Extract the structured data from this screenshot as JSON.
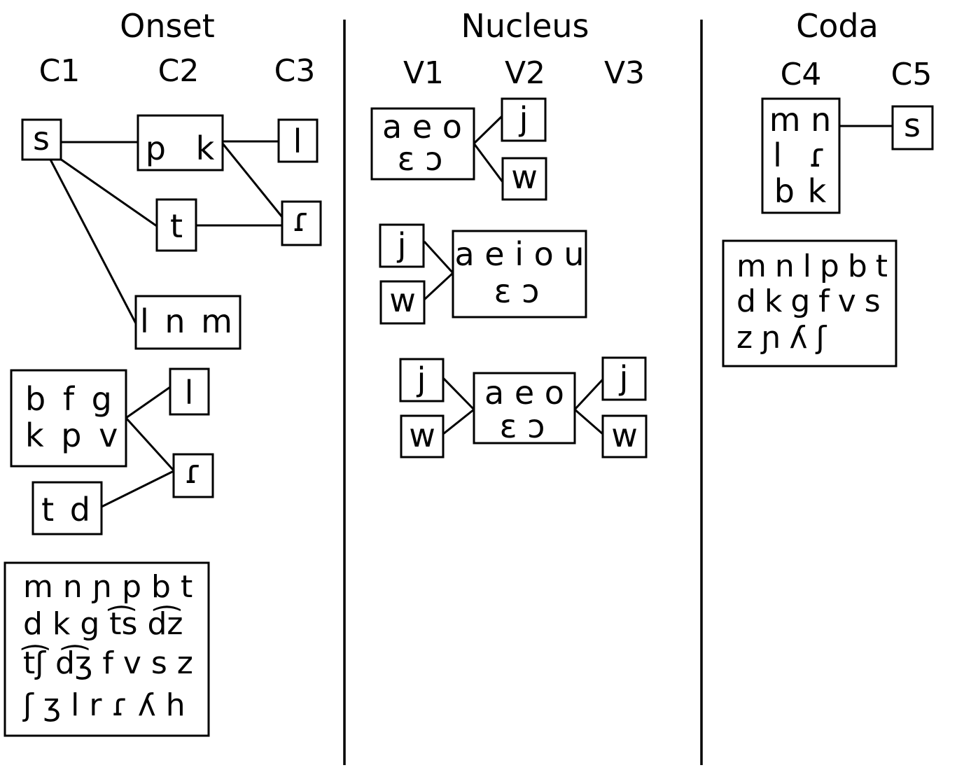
{
  "colors": {
    "label_blue": "#0000ff",
    "ink": "#000000",
    "background": "#ffffff"
  },
  "titles": {
    "onset": "Onset",
    "nucleus": "Nucleus",
    "coda": "Coda"
  },
  "column_labels": {
    "c1": "C1",
    "c2": "C2",
    "c3": "C3",
    "v1": "V1",
    "v2": "V2",
    "v3": "V3",
    "c4": "C4",
    "c5": "C5"
  },
  "onset": {
    "s": "s",
    "p_k": "p k",
    "l_top": "l",
    "t": "t",
    "tap_top": "ɾ",
    "l_n_m": "l n m",
    "bfg_box": {
      "row1": "b f g",
      "row2": "k p v"
    },
    "l_mid": "l",
    "tap_mid": "ɾ",
    "t_d": "t d",
    "inventory": {
      "row1": "m n ɲ p b t",
      "row2": "d k g t͡s d͡z",
      "row3": "t͡ʃ d͡ʒ f v s z",
      "row4": "ʃ ʒ l r ɾ ʎ h"
    }
  },
  "nucleus": {
    "group1": {
      "vowels_row1": "a e o",
      "vowels_row2": "ɛ ɔ",
      "j": "j",
      "w": "w"
    },
    "group2": {
      "j": "j",
      "w": "w",
      "vowels_row1": "a e i o u",
      "vowels_row2": "ɛ ɔ"
    },
    "group3": {
      "j_left": "j",
      "w_left": "w",
      "vowels_row1": "a e o",
      "vowels_row2": "ɛ ɔ",
      "j_right": "j",
      "w_right": "w"
    }
  },
  "coda": {
    "c4_box": {
      "row1": "m n",
      "row2": "l ɾ",
      "row3": "b k"
    },
    "s": "s",
    "inventory": {
      "row1": "m n l p b t",
      "row2": "d k g f v s",
      "row3": "z ɲ ʎ ʃ"
    }
  }
}
